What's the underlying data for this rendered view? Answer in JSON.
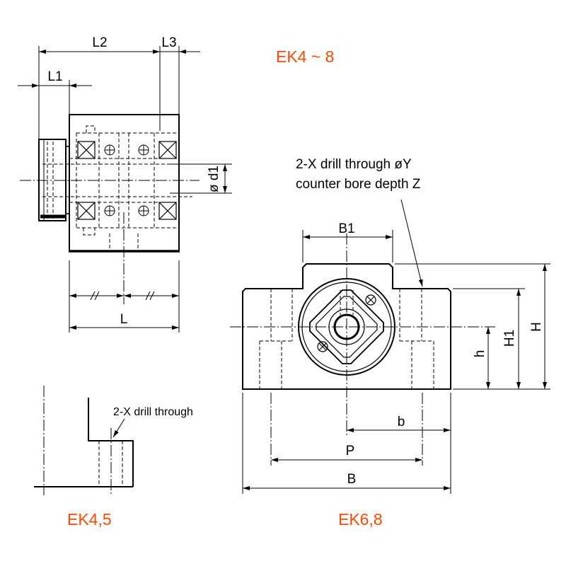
{
  "labels": {
    "series_title": "EK4 ~ 8",
    "variant_small": "EK4,5",
    "variant_large": "EK6,8"
  },
  "side_view": {
    "L1": "L1",
    "L2": "L2",
    "L3": "L3",
    "L": "L",
    "d1": "ø d1"
  },
  "front_view": {
    "B1": "B1",
    "H": "H",
    "H1": "H1",
    "h": "h",
    "b": "b",
    "P": "P",
    "B": "B",
    "note_line1": "2-X drill through øY",
    "note_line2": "counter bore depth Z"
  },
  "detail_view": {
    "note": "2-X drill through"
  },
  "colors": {
    "label": "#ff4a00",
    "line": "#000000",
    "text": "#000000"
  }
}
